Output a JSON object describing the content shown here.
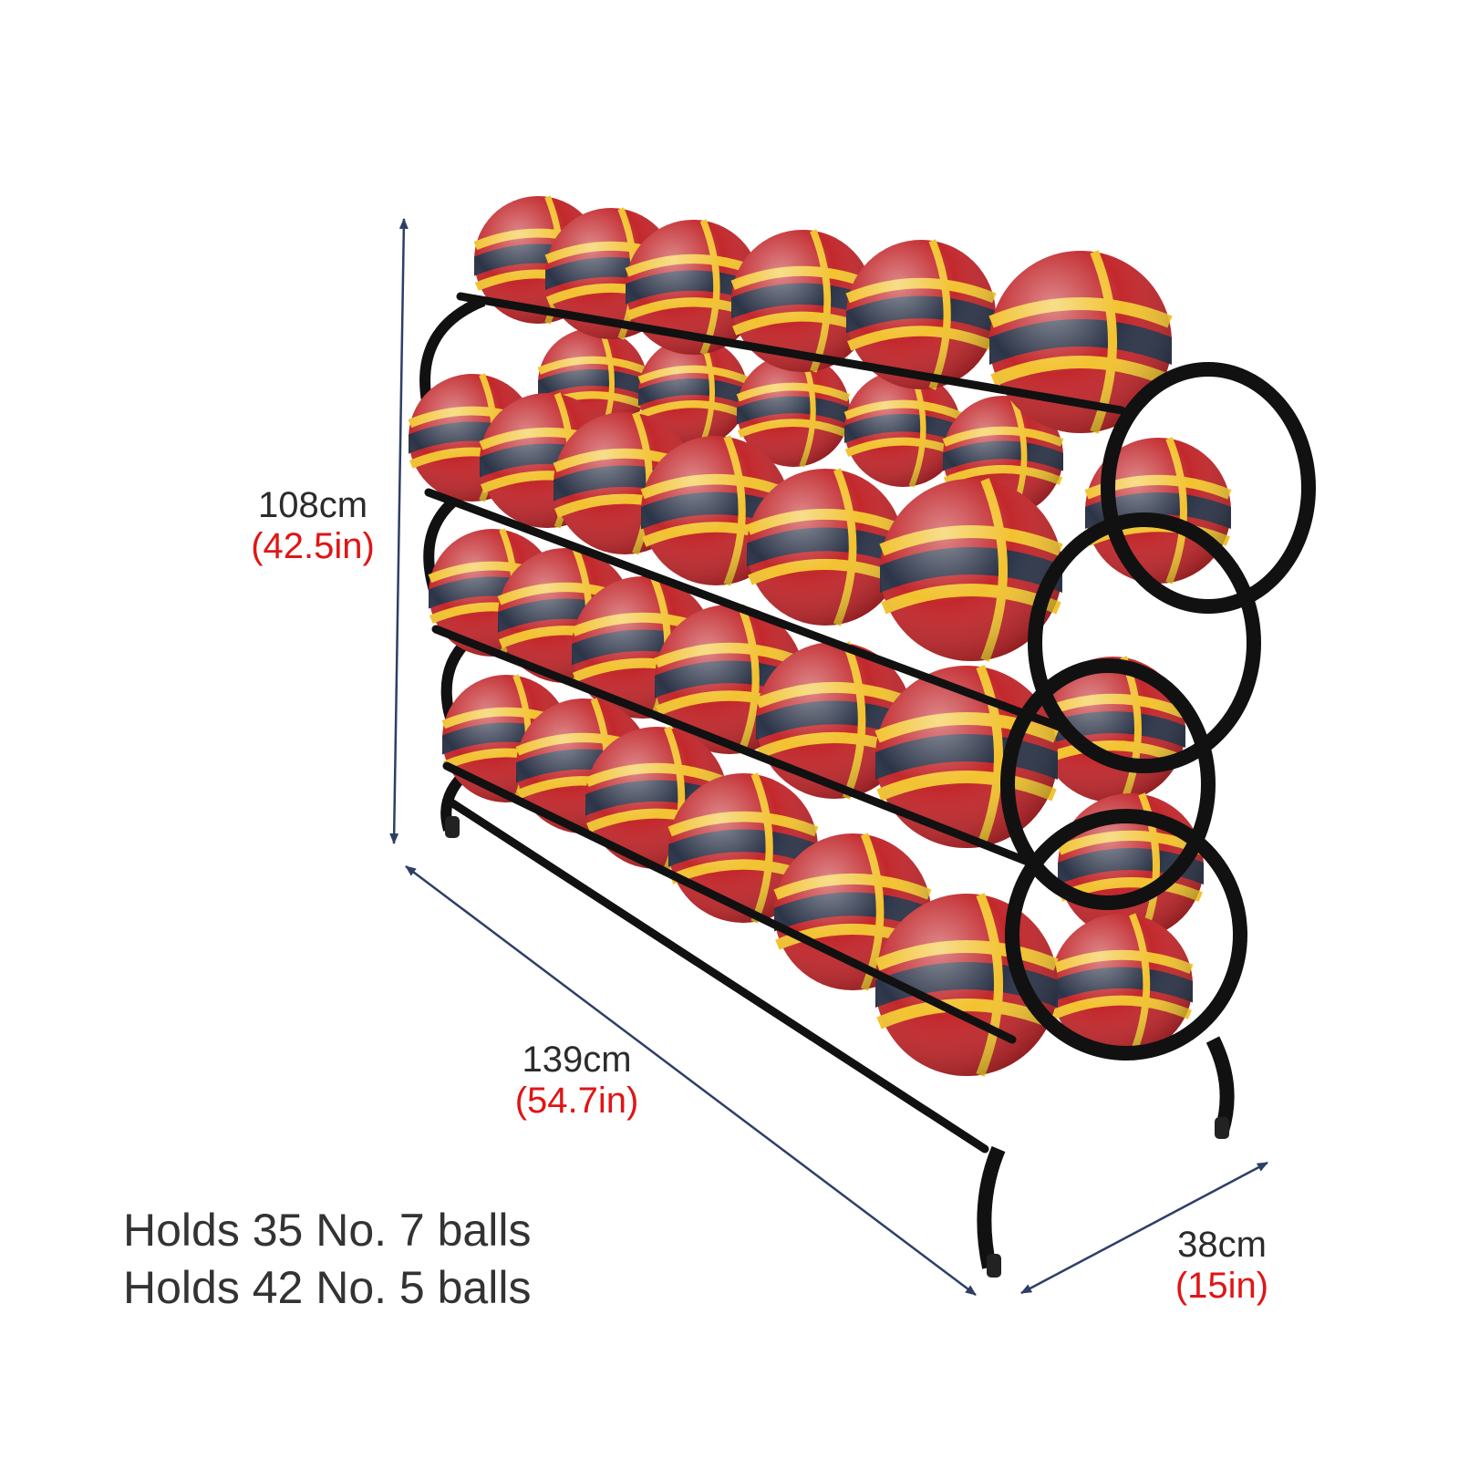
{
  "dimensions": {
    "height": {
      "cm": "108cm",
      "in": "(42.5in)"
    },
    "length": {
      "cm": "139cm",
      "in": "(54.7in)"
    },
    "depth": {
      "cm": "38cm",
      "in": "(15in)"
    }
  },
  "capacity": [
    "Holds 35 No. 7 balls",
    "Holds 42 No. 5 balls"
  ],
  "colors": {
    "arrow": "#2e3f66",
    "inch_text": "#e01515",
    "rack": "#111111",
    "ball_red": "#c2282c",
    "ball_navy": "#2c3448",
    "ball_yellow": "#f2c230"
  }
}
